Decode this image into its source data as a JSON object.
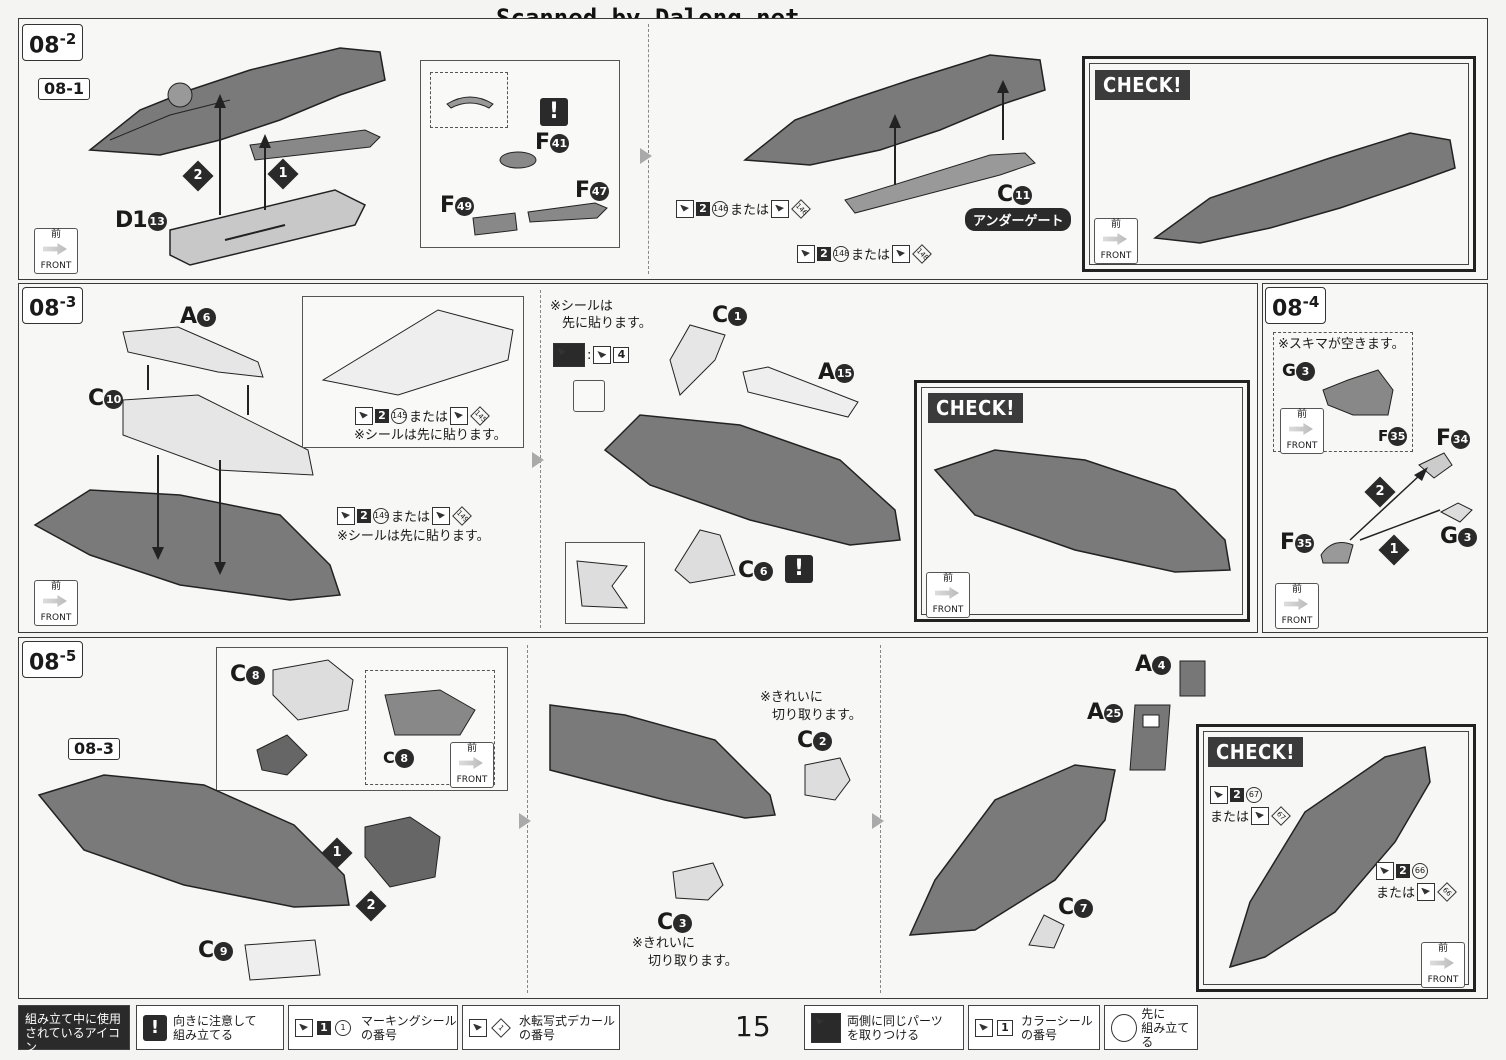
{
  "header": {
    "watermark": "Scanned by Dalong.net"
  },
  "steps": {
    "s082": {
      "label": "08",
      "sub": "-2",
      "ref": "08-1",
      "parts": {
        "d1": "D1",
        "d1n": "13",
        "f41": "F",
        "f41n": "41",
        "f47": "F",
        "f47n": "47",
        "f49": "F",
        "f49n": "49"
      },
      "s1": "1",
      "s2": "2"
    },
    "s082b": {
      "c11": "C",
      "c11n": "11",
      "under_gate": "アンダーゲート",
      "sticker1": "146",
      "sticker1_or": "または",
      "sticker1_d": "146",
      "sticker2": "148",
      "sticker2_or": "または",
      "sticker2_d": "148"
    },
    "s083": {
      "label": "08",
      "sub": "-3",
      "a6": "A",
      "a6n": "6",
      "c10": "C",
      "c10n": "10",
      "sticker145": "145",
      "or145": "または",
      "d145": "145",
      "note145": "※シールは先に貼ります。",
      "sticker149": "149",
      "or149": "または",
      "d149": "149",
      "note149": "※シールは先に貼ります。"
    },
    "s083b": {
      "note1": "※シールは",
      "note2": "先に貼ります。",
      "sticker4": "4",
      "c1": "C",
      "c1n": "1",
      "a15": "A",
      "a15n": "15",
      "c6": "C",
      "c6n": "6"
    },
    "s084": {
      "label": "08",
      "sub": "-4",
      "note": "※スキマが空きます。",
      "g3": "G",
      "g3n": "3",
      "f35": "F",
      "f35n": "35",
      "f34": "F",
      "f34n": "34",
      "f35b": "F",
      "f35bn": "35",
      "g3b": "G",
      "g3bn": "3",
      "s1": "1",
      "s2": "2"
    },
    "s085": {
      "label": "08",
      "sub": "-5",
      "ref": "08-3",
      "c8": "C",
      "c8n": "8",
      "c8b": "C",
      "c8bn": "8",
      "c9": "C",
      "c9n": "9",
      "s1": "1",
      "s2": "2"
    },
    "s085b": {
      "note_top1": "※きれいに",
      "note_top2": "切り取ります。",
      "c2": "C",
      "c2n": "2",
      "c3": "C",
      "c3n": "3",
      "note_bot1": "※きれいに",
      "note_bot2": "切り取ります。"
    },
    "s085c": {
      "a4": "A",
      "a4n": "4",
      "a25": "A",
      "a25n": "25",
      "c7": "C",
      "c7n": "7",
      "sticker67": "67",
      "or67": "または",
      "d67": "67",
      "sticker66": "66",
      "or66": "または",
      "d66": "66"
    }
  },
  "check_label": "CHECK!",
  "front": {
    "kanji": "前",
    "text": "FRONT"
  },
  "warn": "!",
  "footer": {
    "title1": "組み立て中に使用",
    "title2": "されているアイコン",
    "i1a": "向きに注意して",
    "i1b": "組み立てる",
    "i2a": "マーキングシール",
    "i2b": "の番号",
    "i3a": "水転写式デカール",
    "i3b": "の番号",
    "i4a": "両側に同じパーツ",
    "i4b": "を取りつける",
    "i5a": "カラーシール",
    "i5b": "の番号",
    "i6a": "先に",
    "i6b": "組み立てる"
  },
  "page_number": "15"
}
